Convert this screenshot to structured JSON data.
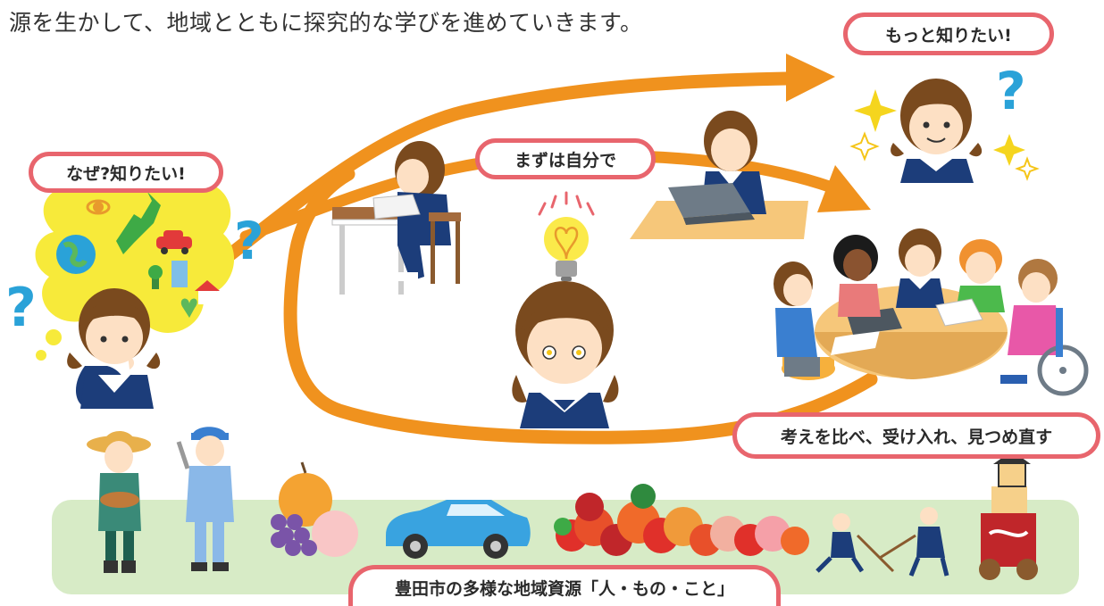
{
  "intro_text": "源を生かして、地域とともに探究的な学びを進めていきます。",
  "labels": {
    "curious": "なぜ?知りたい!",
    "self_first": "まずは自分で",
    "want_more": "もっと知りたい!",
    "compare": "考えを比べ、受け入れ、見つめ直す",
    "resources": "豊田市の多様な地域資源「人・もの・こと」"
  },
  "colors": {
    "arrow": "#f0921e",
    "label_border": "#e8656d",
    "thought_bubble": "#f7ea3a",
    "ground_band": "#d7ebc6",
    "desk_table": "#f6c77a"
  },
  "illustrations": [
    "thought-bubble-with-earth-japan-map-car-house",
    "student-reading-at-desk",
    "student-with-laptop",
    "lightbulb-idea-icon",
    "inspired-student",
    "curious-student-with-question-marks",
    "group-discussion-around-table",
    "farmer",
    "mechanic-with-wrench",
    "fruits-apple-peach-grapes",
    "blue-car",
    "autumn-foliage",
    "festival-performers",
    "festival-float"
  ]
}
